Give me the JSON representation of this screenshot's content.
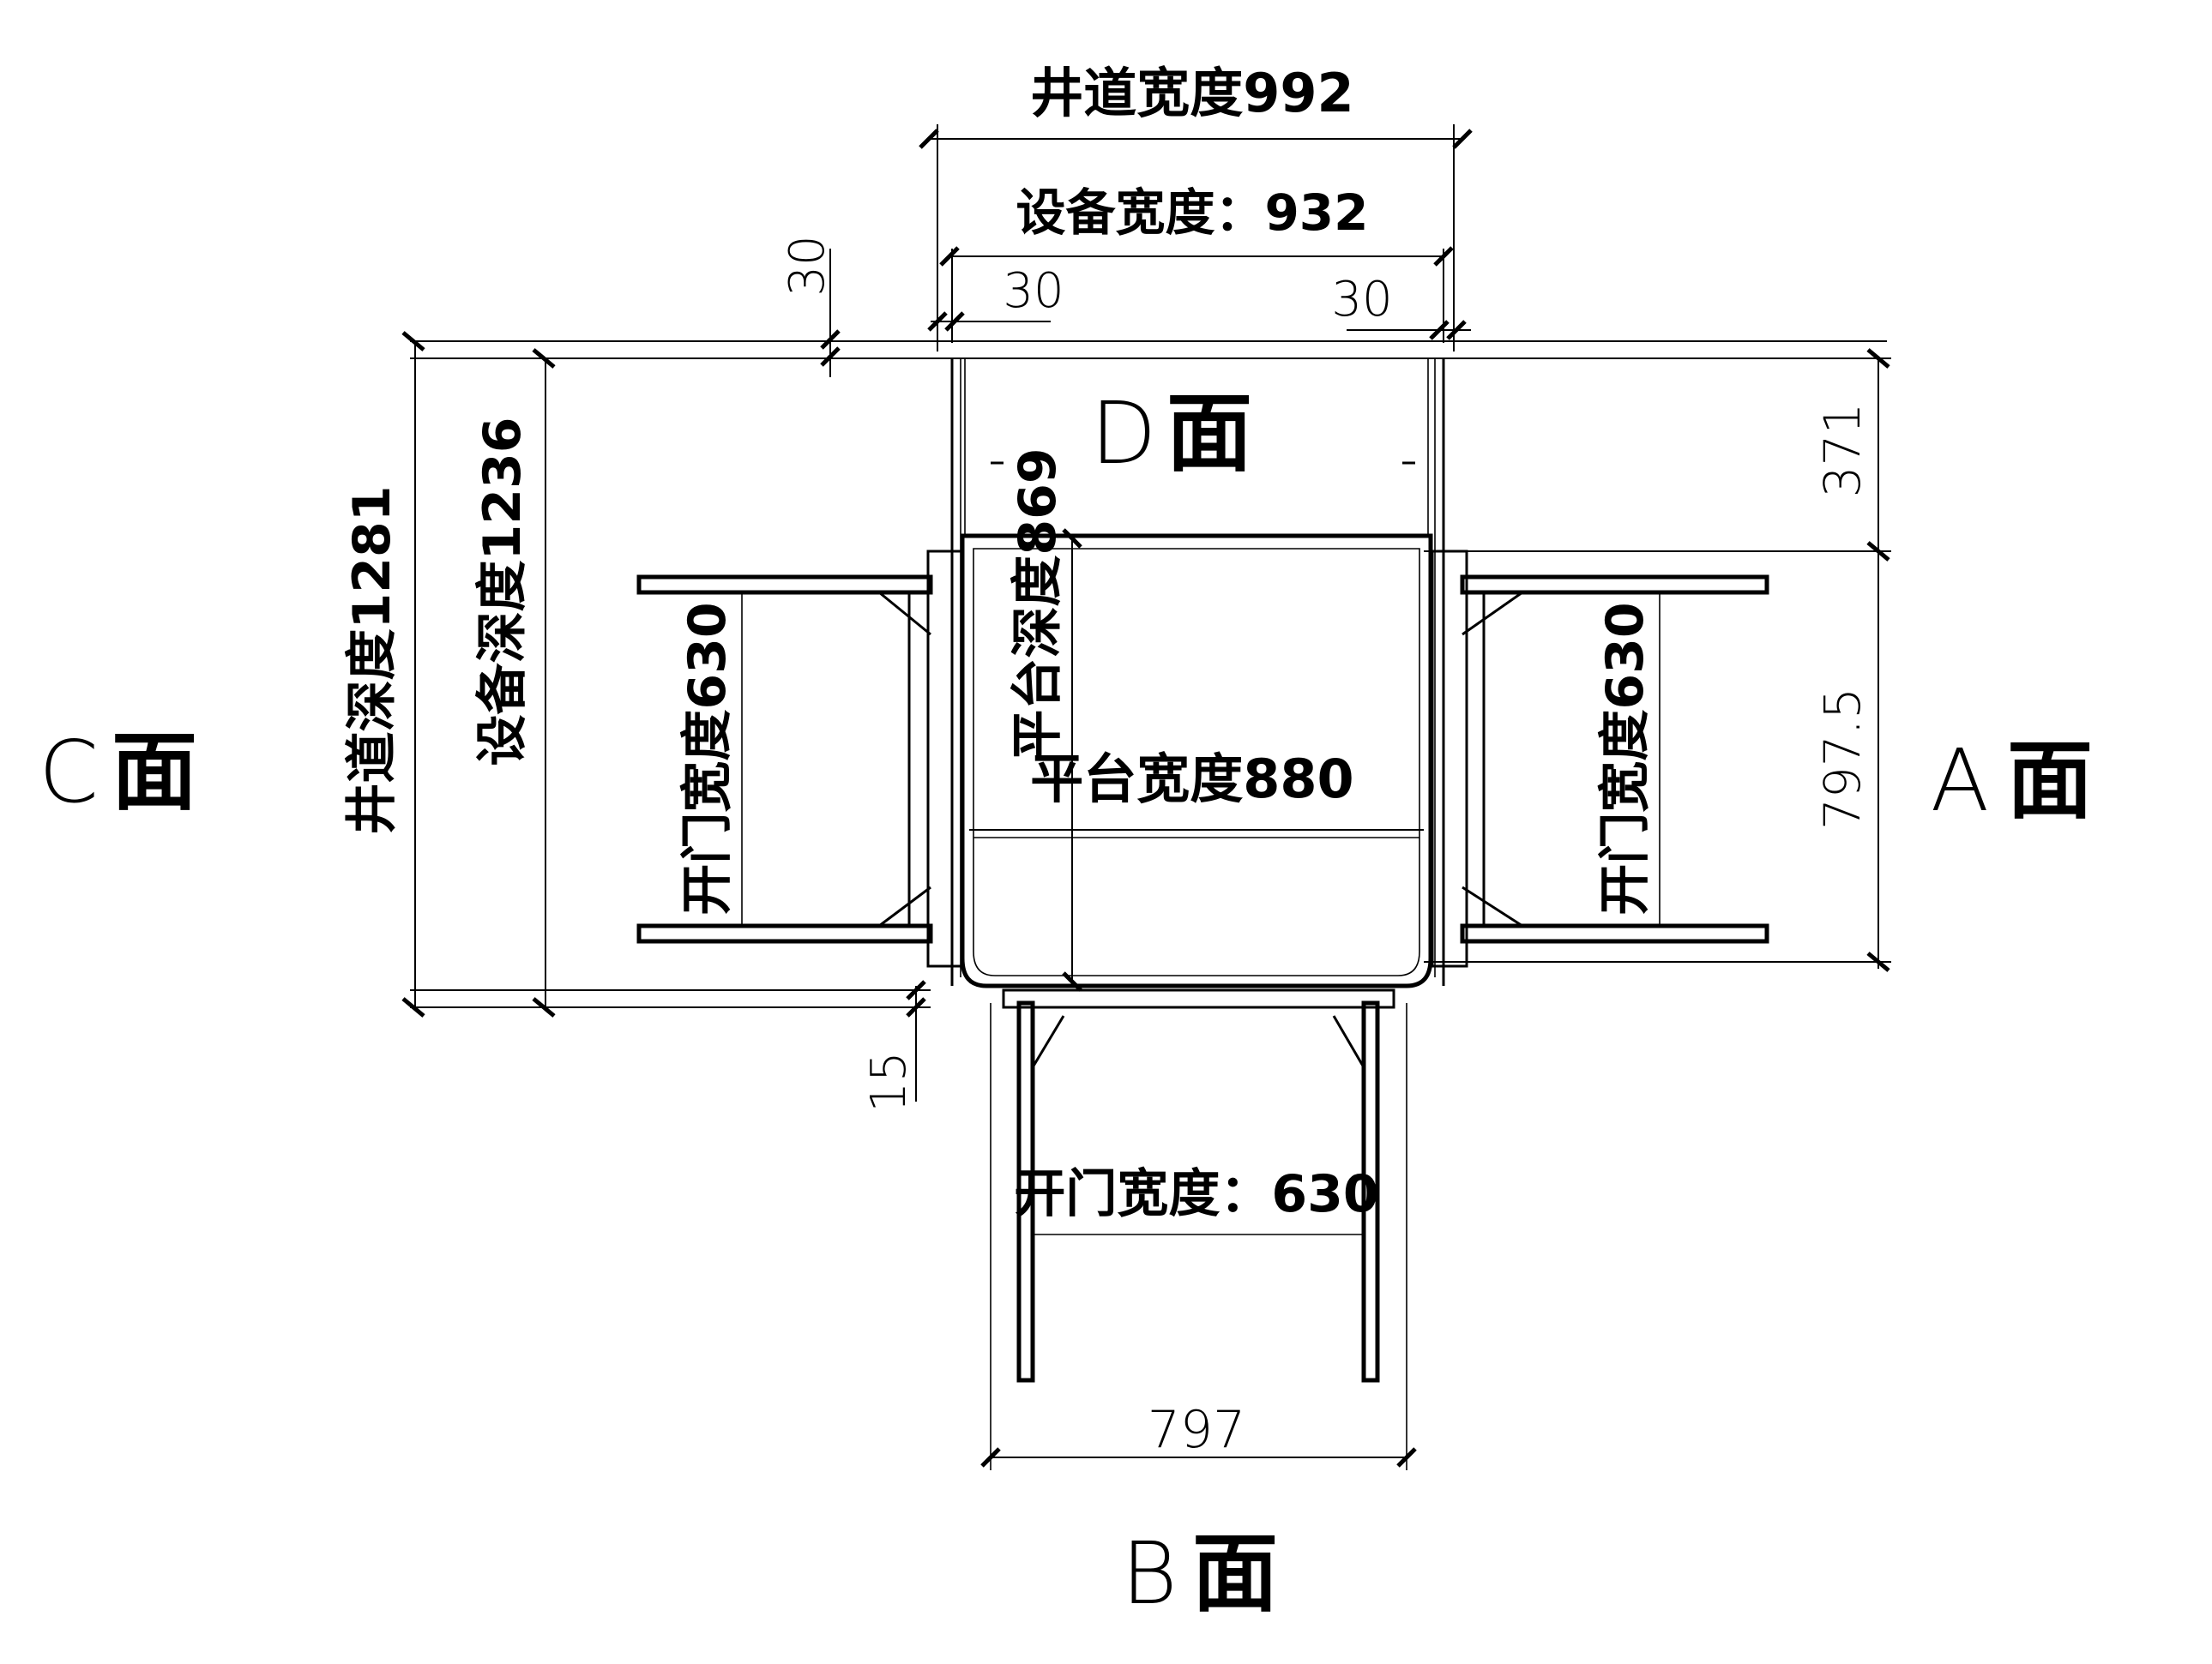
{
  "labels": {
    "shaft_width": "井道宽度992",
    "equipment_width": "设备宽度：932",
    "gap_top_left": "30",
    "gap_left": "30",
    "gap_right": "30",
    "face_d_letter": "D",
    "face_d_char": "面",
    "platform_depth": "平台深度869",
    "platform_width": "平台宽度880",
    "shaft_depth": "井道深度1281",
    "equipment_depth": "设备深度1236",
    "door_width_left": "开门宽度630",
    "door_width_right": "开门宽度630",
    "right_top_dim": "371",
    "right_mid_dim": "797.5",
    "face_c_letter": "C",
    "face_c_char": "面",
    "face_a_letter": "A",
    "face_a_char": "面",
    "bottom_gap": "15",
    "door_width_bottom": "开门宽度：630",
    "bottom_width": "797",
    "face_b_letter": "B",
    "face_b_char": "面"
  }
}
